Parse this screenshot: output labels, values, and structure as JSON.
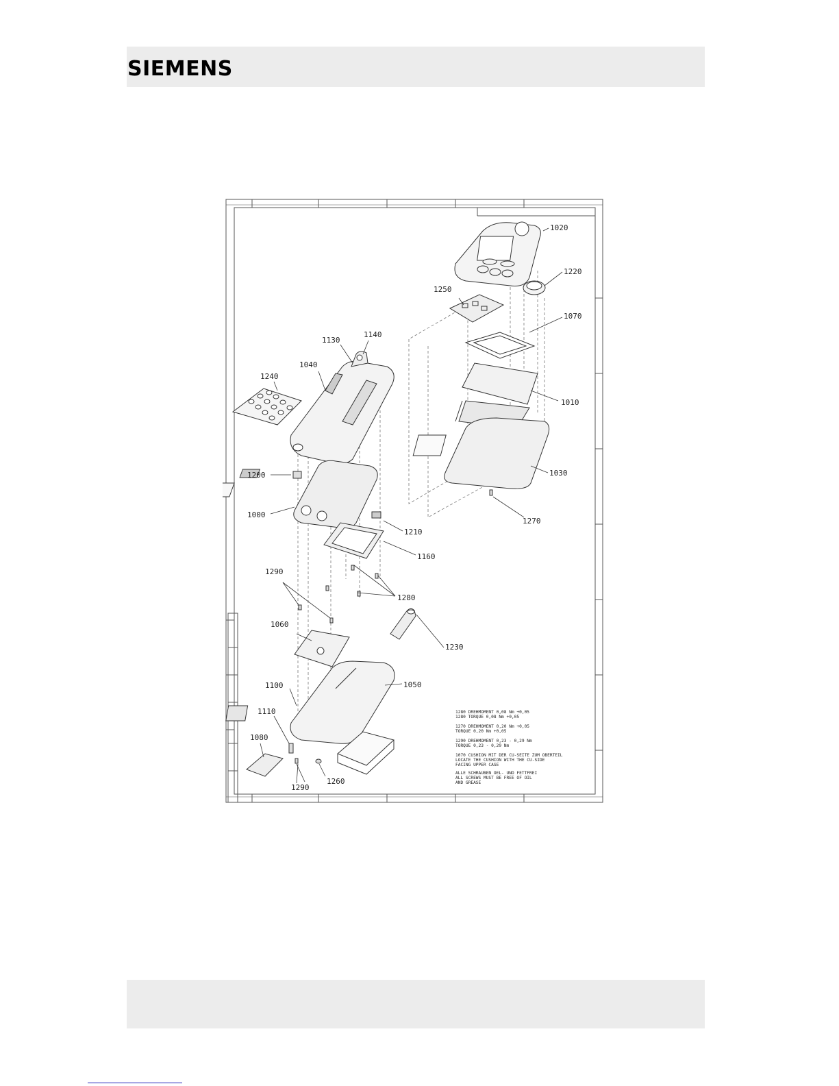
{
  "header": {
    "brand": "SIEMENS"
  },
  "drawing": {
    "callouts": [
      "1020",
      "1220",
      "1250",
      "1070",
      "1130",
      "1140",
      "1040",
      "1240",
      "1010",
      "1030",
      "1200",
      "1000",
      "1210",
      "1270",
      "1160",
      "1290",
      "1280",
      "1060",
      "1230",
      "1050",
      "1100",
      "1110",
      "1080",
      "1290",
      "1260"
    ],
    "notes": [
      "1280  DREHMOMENT 0,08 Nm +0,05",
      "1280  TORQUE 0,08 Nm +0,05",
      "1270  DREHMOMENT 0,20 Nm +0,05",
      "      TORQUE 0,20 Nm +0,05",
      "1290  DREHMOMENT 0,23 - 0,29 Nm",
      "      TORQUE 0,23 - 0,29 Nm",
      "1070  CUSHION MIT DER CU-SEITE ZUM OBERTEIL",
      "      LOCATE THE CUSHION WITH THE CU-SIDE",
      "      FACING UPPER CASE",
      "      ALLE SCHRAUBEN OEL- UND FETTFREI",
      "      ALL SCREWS MUST BE FREE OF OIL",
      "      AND GREASE"
    ]
  }
}
